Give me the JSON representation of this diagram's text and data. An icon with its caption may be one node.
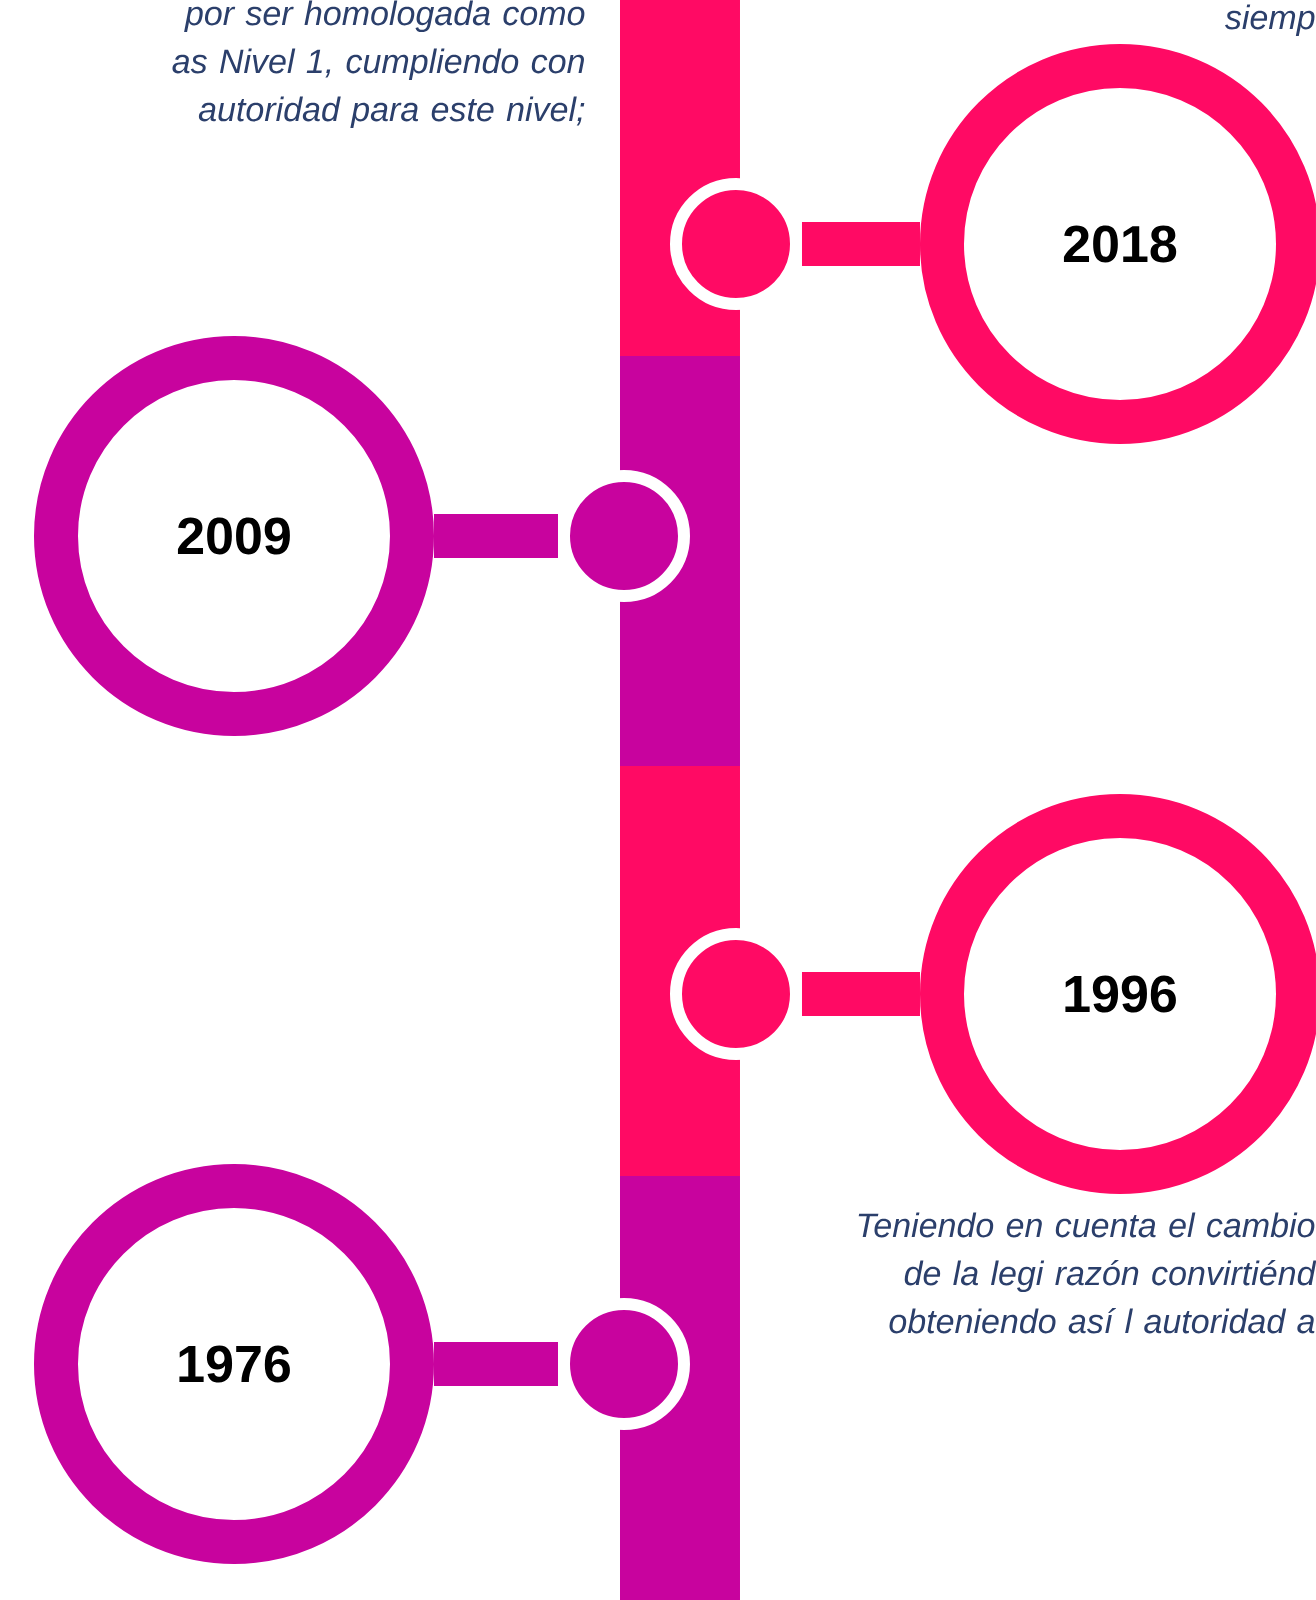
{
  "diagram": {
    "nodes": [
      {
        "text": [
          "2018"
        ]
      },
      {
        "text": [
          "2009"
        ]
      },
      {
        "text": [
          "1996"
        ]
      },
      {
        "text": [
          "1976"
        ]
      },
      {
        "text": [],
        "shape": "circle"
      },
      {
        "text": [],
        "shape": "circle"
      },
      {
        "text": [],
        "shape": "circle"
      },
      {
        "text": [],
        "shape": "circle"
      }
    ],
    "edges": [
      {
        "from": 4,
        "to": 0,
        "arrow": "none",
        "color": "#ff0a64"
      },
      {
        "from": 5,
        "to": 1,
        "arrow": "none",
        "color": "#c8039e"
      },
      {
        "from": 6,
        "to": 2,
        "arrow": "none",
        "color": "#ff0a64"
      },
      {
        "from": 7,
        "to": 3,
        "arrow": "none",
        "color": "#c8039e"
      }
    ],
    "labels": [
      "por ser homologada como as Nivel 1, cumpliendo con autoridad para este nivel;",
      "siemp",
      "Teniendo en cuenta el cambio de la legi razón convirtiénd obteniendo así l autoridad a"
    ]
  }
}
